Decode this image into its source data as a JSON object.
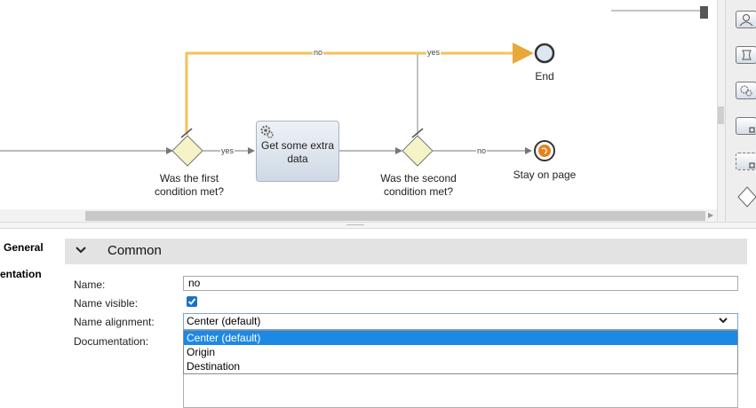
{
  "diagram": {
    "task_label": "Get some extra data",
    "gateway1_label": "Was the first condition met?",
    "gateway2_label": "Was the second condition met?",
    "end_label": "End",
    "stay_label": "Stay on page",
    "flows": {
      "no_top": "no",
      "yes_top": "yes",
      "yes_mid": "yes",
      "no_mid": "no"
    }
  },
  "tabs": {
    "general": "General",
    "documentation": "entation"
  },
  "section": {
    "title": "Common"
  },
  "properties": {
    "name_label": "Name:",
    "name_value": "no",
    "visible_label": "Name visible:",
    "visible_checked": true,
    "alignment_label": "Name alignment:",
    "alignment_value": "Center (default)",
    "documentation_label": "Documentation:",
    "options": [
      "Center (default)",
      "Origin",
      "Destination"
    ]
  },
  "colors": {
    "highlight_flow": "#f5c15a",
    "gateway_fill": "#f7f3c9",
    "dropdown_selected": "#1e88e5"
  }
}
